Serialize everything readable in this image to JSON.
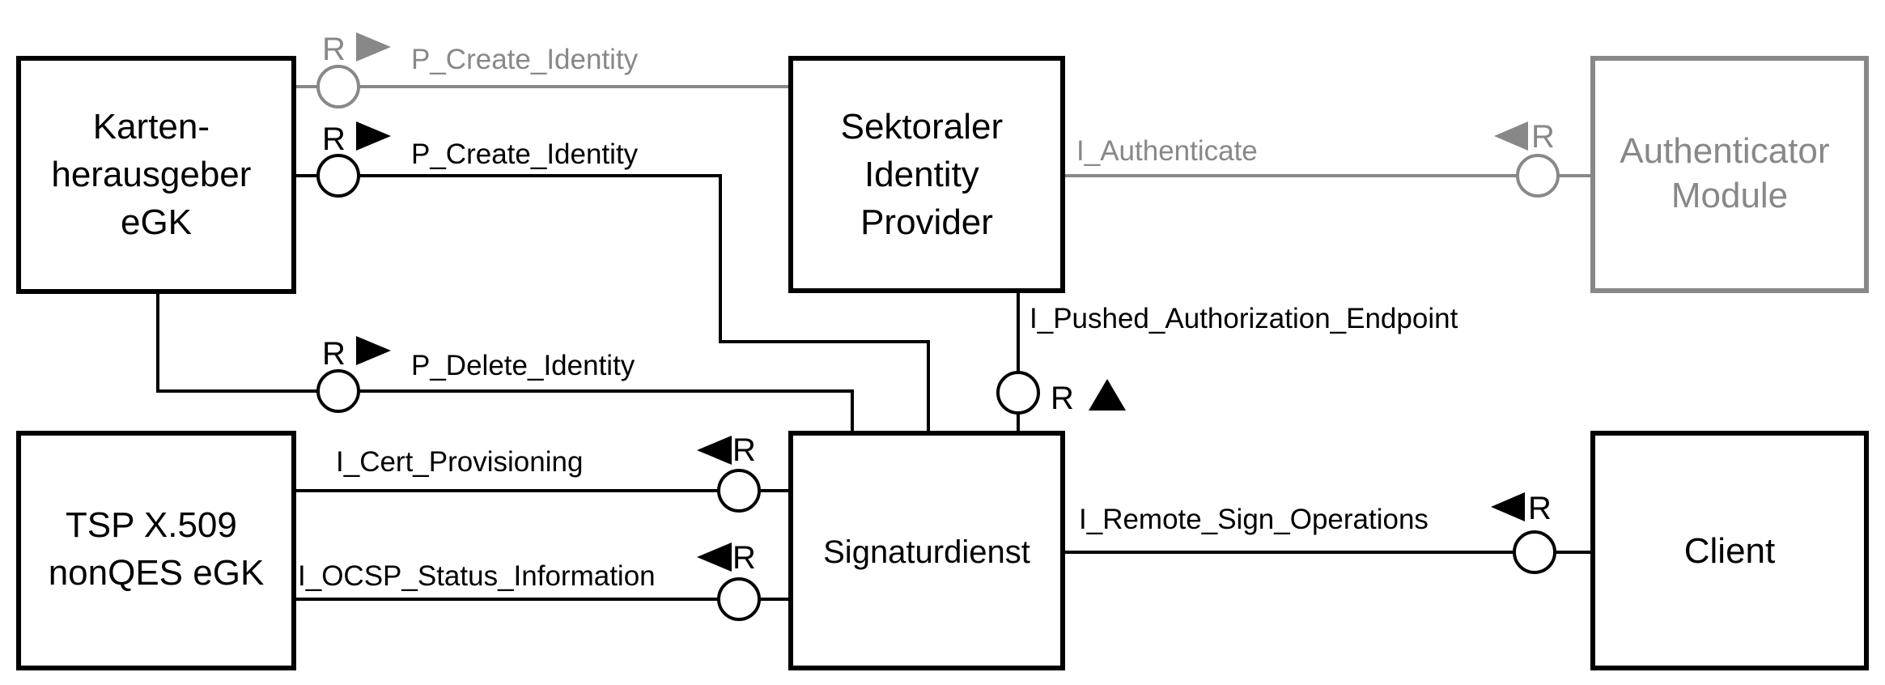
{
  "colors": {
    "primary": "#000000",
    "optional": "#888888",
    "background": "#ffffff"
  },
  "components": {
    "kartenherausgeber": {
      "lines": [
        "Karten-",
        "herausgeber",
        "eGK"
      ]
    },
    "sektoraler_idp": {
      "lines": [
        "Sektoraler",
        "Identity",
        "Provider"
      ]
    },
    "authenticator": {
      "lines": [
        "Authenticator",
        "Module"
      ]
    },
    "tsp": {
      "lines": [
        "TSP X.509",
        "nonQES eGK"
      ]
    },
    "signaturdienst": {
      "lines": [
        "Signaturdienst"
      ]
    },
    "client": {
      "lines": [
        "Client"
      ]
    }
  },
  "interfaces": {
    "p_create_identity_gray": {
      "label": "P_Create_Identity",
      "role": "R"
    },
    "p_create_identity": {
      "label": "P_Create_Identity",
      "role": "R"
    },
    "i_authenticate": {
      "label": "I_Authenticate",
      "role": "R"
    },
    "i_pushed_authorization": {
      "label": "I_Pushed_Authorization_Endpoint",
      "role": "R"
    },
    "p_delete_identity": {
      "label": "P_Delete_Identity",
      "role": "R"
    },
    "i_cert_provisioning": {
      "label": "I_Cert_Provisioning",
      "role": "R"
    },
    "i_ocsp_status": {
      "label": "I_OCSP_Status_Information",
      "role": "R"
    },
    "i_remote_sign": {
      "label": "I_Remote_Sign_Operations",
      "role": "R"
    }
  }
}
